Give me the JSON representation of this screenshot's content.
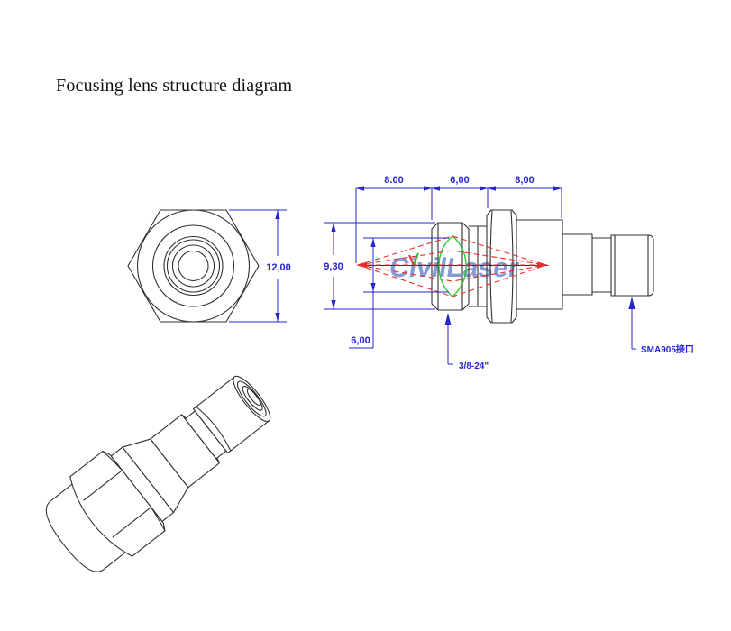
{
  "title": "Focusing lens structure diagram",
  "watermark": {
    "text": "CivilLaser"
  },
  "front_view": {
    "height_dim": "12,00"
  },
  "side_view": {
    "top_dims": {
      "d1": "8.00",
      "d2": "6,00",
      "d3": "8,00"
    },
    "left_dims": {
      "outer_diameter": "9,30",
      "aperture": "6,00"
    },
    "callouts": {
      "thread": "3/8-24\"",
      "connector": "SMA905接口"
    }
  },
  "colors": {
    "dimension_blue": "#2525cf",
    "ray_red": "#ee2b2b",
    "lens_green": "#2ecc2e",
    "outline_dark": "#303030",
    "watermark_blue": "#6080cc"
  }
}
